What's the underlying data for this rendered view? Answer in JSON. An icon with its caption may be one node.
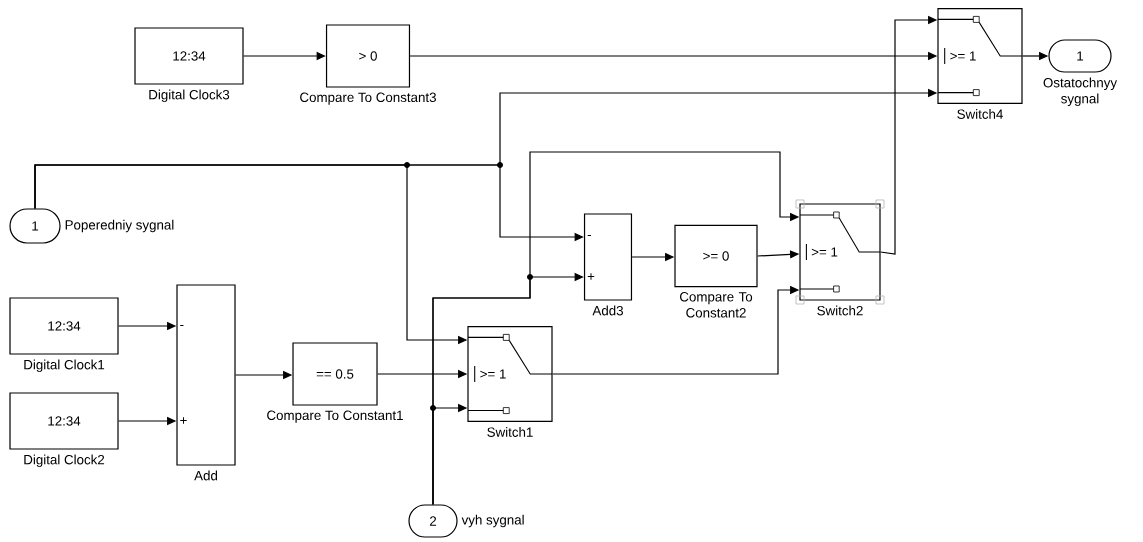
{
  "diagram": {
    "nodes": [
      {
        "text": [
          "12:34"
        ],
        "beside": [
          "Digital Clock3"
        ]
      },
      {
        "text": [
          "> 0"
        ],
        "beside": [
          "Compare To Constant3"
        ]
      },
      {
        "text": [
          ">= 1"
        ],
        "beside": [
          "Switch4"
        ]
      },
      {
        "text": [
          "1"
        ],
        "beside": [
          "Ostatochnyy sygnal"
        ]
      },
      {
        "text": [
          "1"
        ],
        "beside": [
          "Poperedniy sygnal"
        ]
      },
      {
        "text": [
          "-",
          "+"
        ],
        "beside": [
          "Add3"
        ]
      },
      {
        "text": [
          ">= 0"
        ],
        "beside": [
          "Compare To Constant2"
        ]
      },
      {
        "text": [
          ">= 1"
        ],
        "beside": [
          "Switch2"
        ]
      },
      {
        "text": [
          "12:34"
        ],
        "beside": [
          "Digital Clock1"
        ]
      },
      {
        "text": [
          "-",
          "+"
        ],
        "beside": [
          "Add"
        ]
      },
      {
        "text": [
          "== 0.5"
        ],
        "beside": [
          "Compare To Constant1"
        ]
      },
      {
        "text": [
          ">= 1"
        ],
        "beside": [
          "Switch1"
        ]
      },
      {
        "text": [
          "12:34"
        ],
        "beside": [
          "Digital Clock2"
        ]
      },
      {
        "text": [
          "2"
        ],
        "beside": [
          "vyh sygnal"
        ]
      }
    ],
    "edges": [
      {
        "from": 0,
        "to": 1,
        "arrow": "to"
      },
      {
        "from": 1,
        "to": 2,
        "arrow": "to"
      },
      {
        "from": 2,
        "to": 3,
        "arrow": "to"
      },
      {
        "from": 4,
        "to": 11,
        "arrow": "to"
      },
      {
        "from": 4,
        "to": 2,
        "arrow": "to"
      },
      {
        "from": 4,
        "to": 5,
        "arrow": "to"
      },
      {
        "from": 8,
        "to": 9,
        "arrow": "to"
      },
      {
        "from": 12,
        "to": 9,
        "arrow": "to"
      },
      {
        "from": 9,
        "to": 10,
        "arrow": "to"
      },
      {
        "from": 10,
        "to": 11,
        "arrow": "to"
      },
      {
        "from": 13,
        "to": 11,
        "arrow": "to"
      },
      {
        "from": 13,
        "to": 5,
        "arrow": "to"
      },
      {
        "from": 13,
        "to": 7,
        "arrow": "to"
      },
      {
        "from": 11,
        "to": 7,
        "arrow": "to"
      },
      {
        "from": 5,
        "to": 6,
        "arrow": "to"
      },
      {
        "from": 6,
        "to": 7,
        "arrow": "to"
      },
      {
        "from": 7,
        "to": 2,
        "arrow": "to"
      }
    ]
  }
}
